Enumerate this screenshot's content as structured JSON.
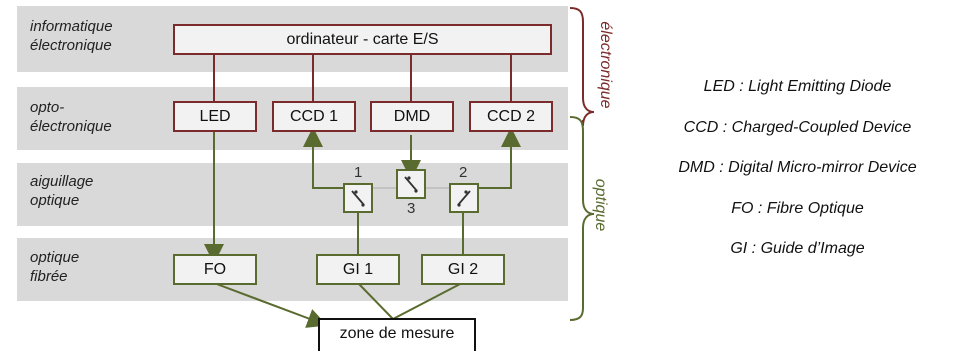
{
  "layers": [
    {
      "id": "informatique",
      "label": [
        "informatique",
        "électronique"
      ]
    },
    {
      "id": "opto",
      "label": [
        "opto-",
        "électronique"
      ]
    },
    {
      "id": "aiguillage",
      "label": [
        "aiguillage",
        "optique"
      ]
    },
    {
      "id": "optique-fibree",
      "label": [
        "optique",
        "fibrée"
      ]
    }
  ],
  "boxes": {
    "computer": "ordinateur - carte E/S",
    "led": "LED",
    "ccd1": "CCD 1",
    "dmd": "DMD",
    "ccd2": "CCD 2",
    "fo": "FO",
    "gi1": "GI 1",
    "gi2": "GI 2",
    "zone": "zone de mesure"
  },
  "switch_labels": [
    "1",
    "2",
    "3"
  ],
  "side_labels": {
    "electronique": "électronique",
    "optique": "optique"
  },
  "legend": [
    "LED : Light Emitting Diode",
    "CCD : Charged-Coupled Device",
    "DMD : Digital Micro-mirror Device",
    "FO : Fibre Optique",
    "GI : Guide d’Image"
  ],
  "colors": {
    "electronic": "#7b2b2b",
    "optical": "#5a6b2f",
    "band": "#d9d9d9"
  }
}
